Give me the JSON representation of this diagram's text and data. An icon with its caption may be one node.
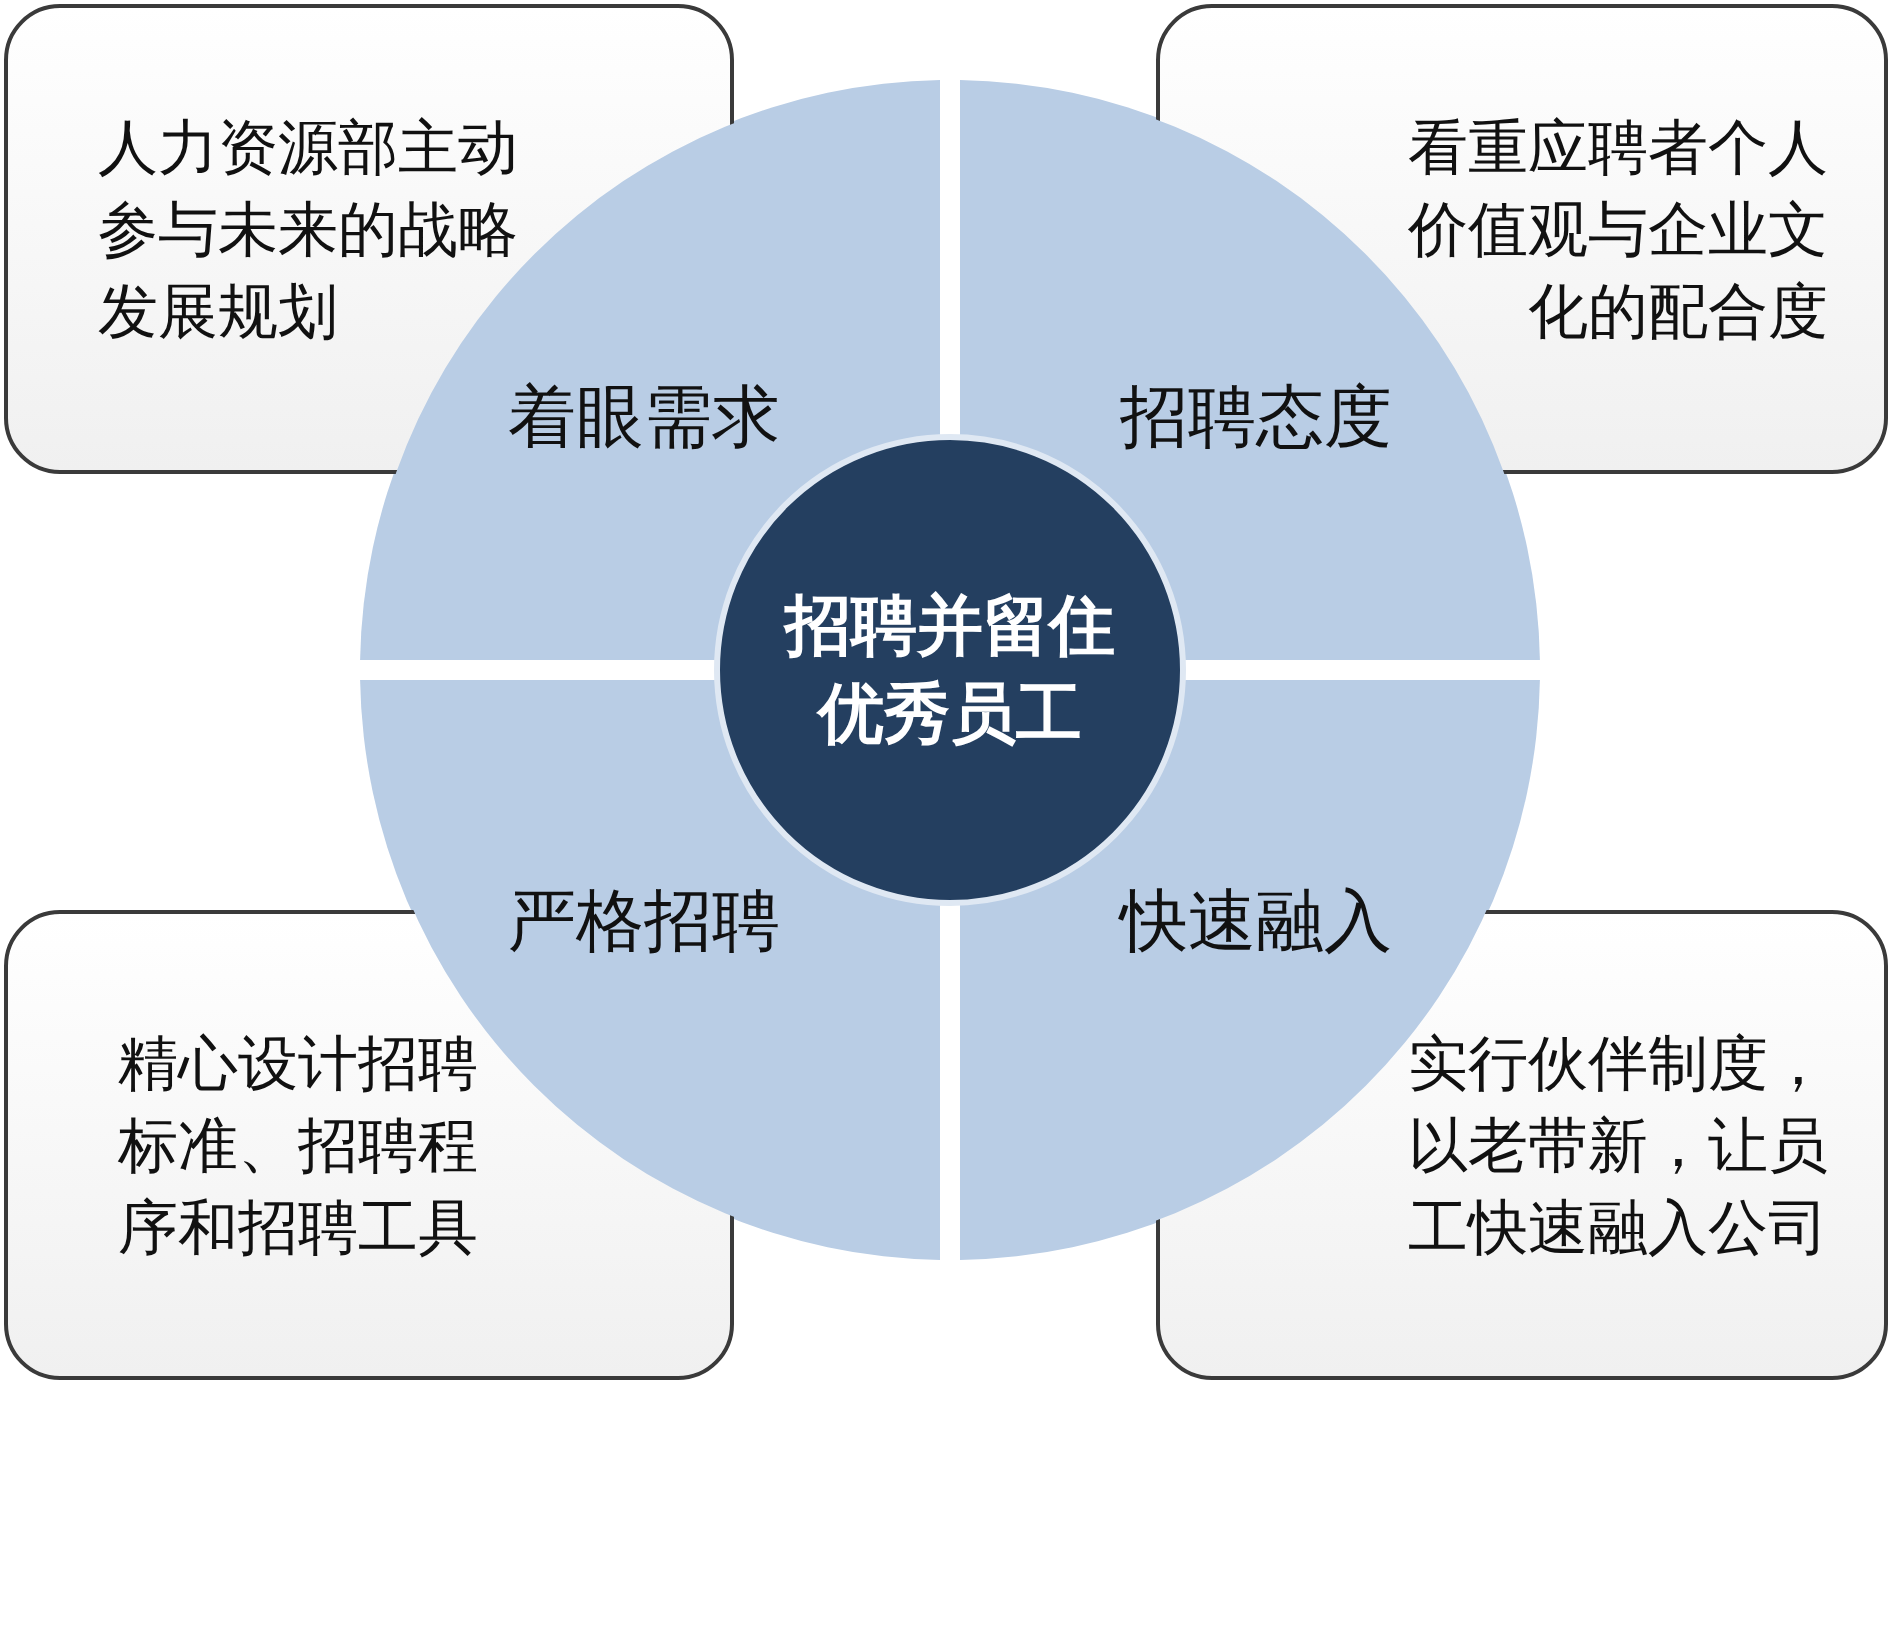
{
  "diagram": {
    "nodes": [
      {
        "text": [
          "人力资源部主动参与未来的战略发展规划"
        ]
      },
      {
        "text": [
          "看重应聘者个人价值观与企业文化的配合度"
        ]
      },
      {
        "text": [
          "着眼需求"
        ]
      },
      {
        "text": [
          "招聘态度"
        ]
      },
      {
        "text": [
          "招聘并留住优秀员工"
        ]
      },
      {
        "text": [
          "严格招聘"
        ]
      },
      {
        "text": [
          "快速融入"
        ]
      },
      {
        "text": [
          "精心设计招聘标准、招聘程序和招聘工具"
        ]
      },
      {
        "text": [
          "实行伙伴制度，以老带新，让员工快速融入公司"
        ]
      }
    ],
    "edges": []
  }
}
